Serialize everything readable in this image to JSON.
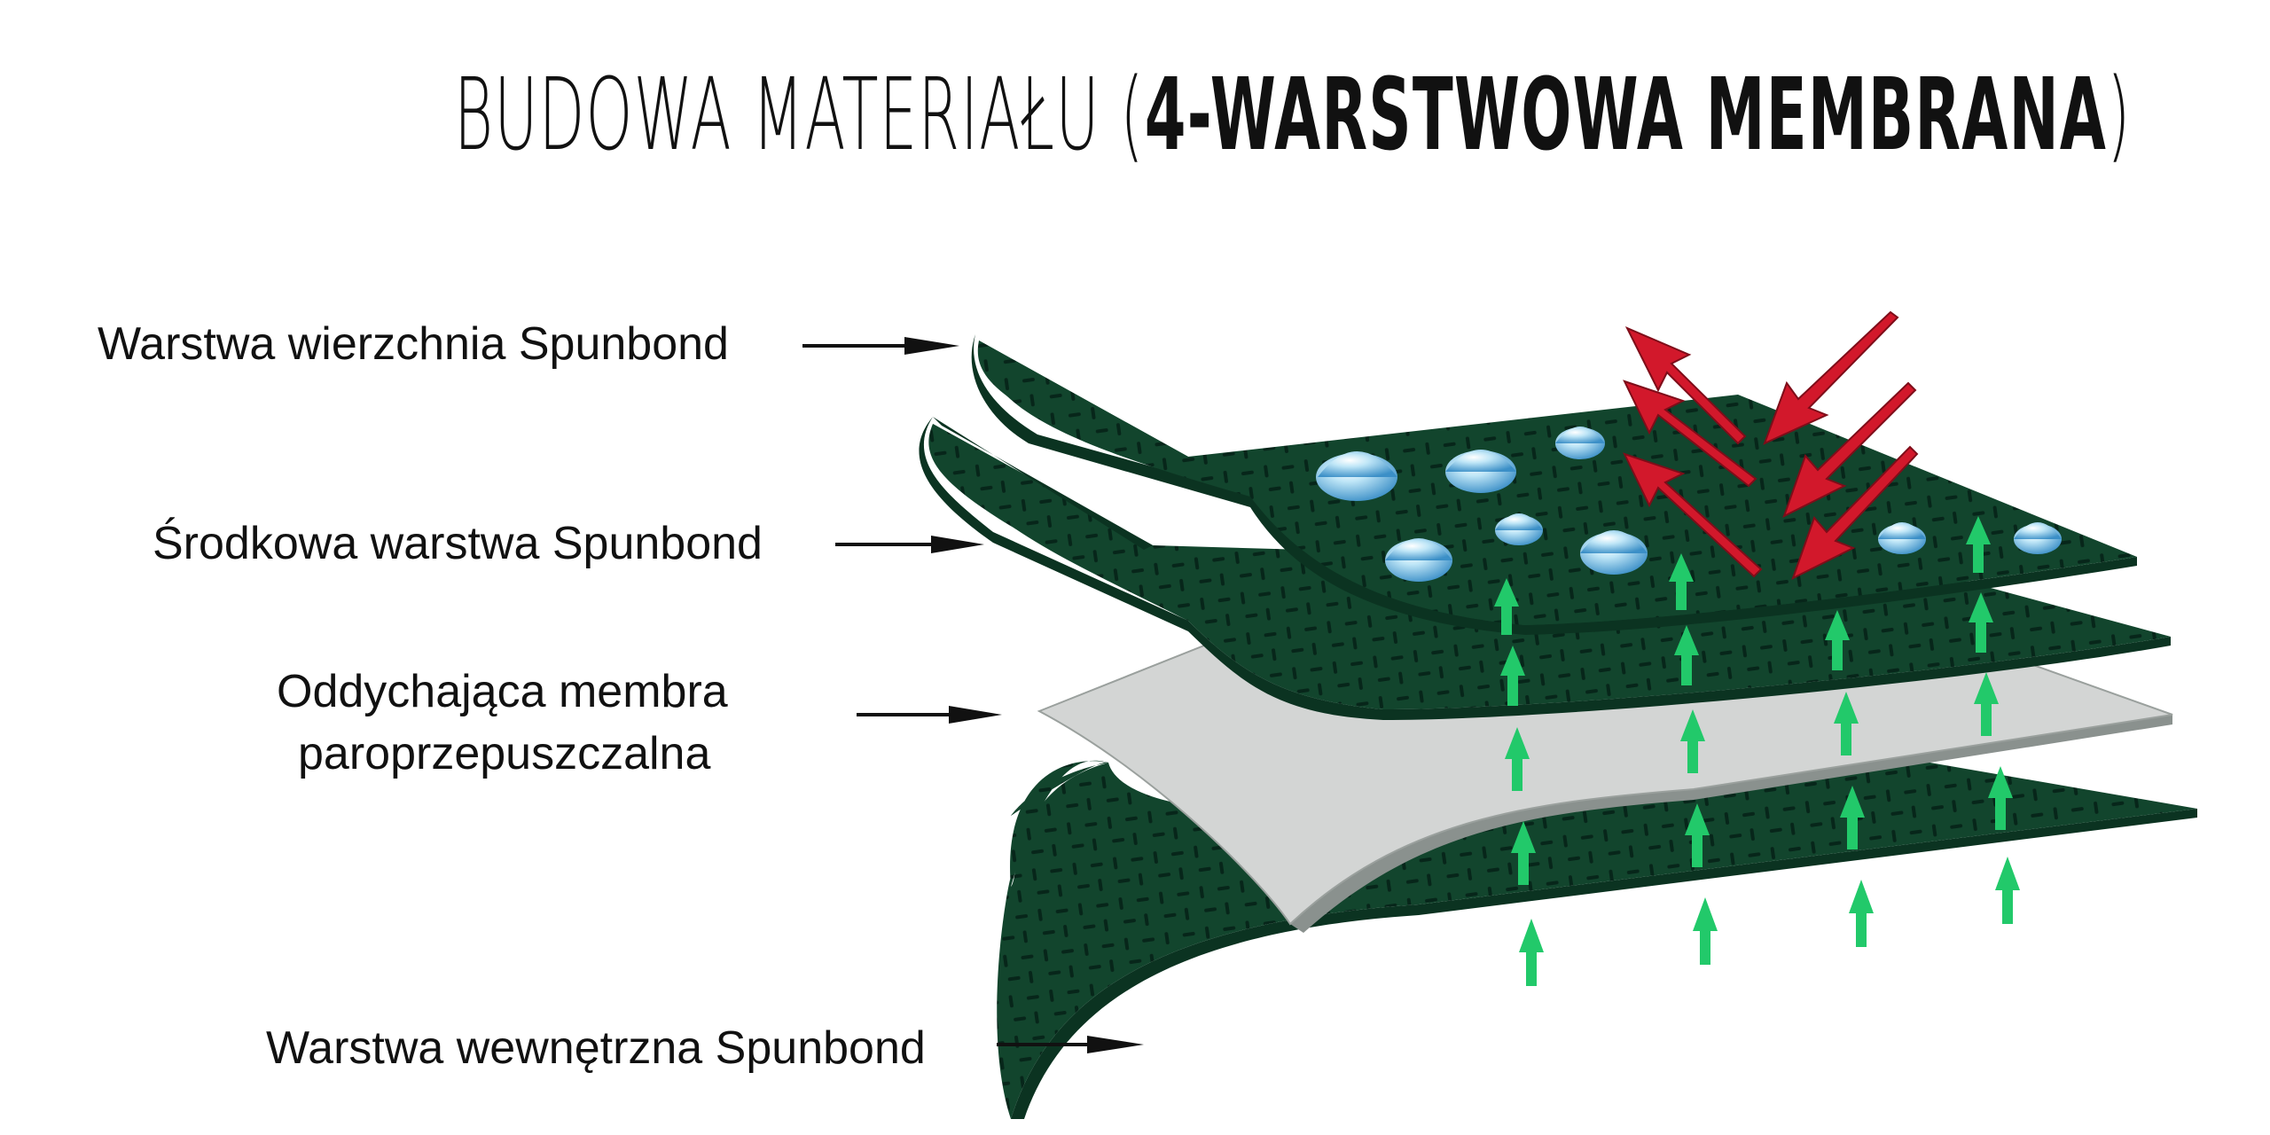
{
  "title": {
    "part1": "BUDOWA MATERIAŁU (",
    "part2": "4-WARSTWOWA MEMBRANA",
    "part3": ")"
  },
  "layers": [
    {
      "label": "Warstwa wierzchnia Spunbond",
      "color": "#12452d"
    },
    {
      "label": "Środkowa warstwa Spunbond",
      "color": "#12452d"
    },
    {
      "label_line1": "Oddychająca membra",
      "label_line2": "paroprzepuszczalna",
      "color": "#d3d5d4"
    },
    {
      "label": "Warstwa wewnętrzna Spunbond",
      "color": "#12452d"
    }
  ],
  "icons": {
    "rain_arrows": "red-arrow-icon",
    "vapor_arrows": "green-arrow-icon",
    "droplets": "water-droplet-icon"
  },
  "colors": {
    "fabric": "#12452d",
    "membrane": "#d3d5d4",
    "rain": "#d2182b",
    "vapor": "#22c96a",
    "droplet": "#7fc6ea"
  }
}
